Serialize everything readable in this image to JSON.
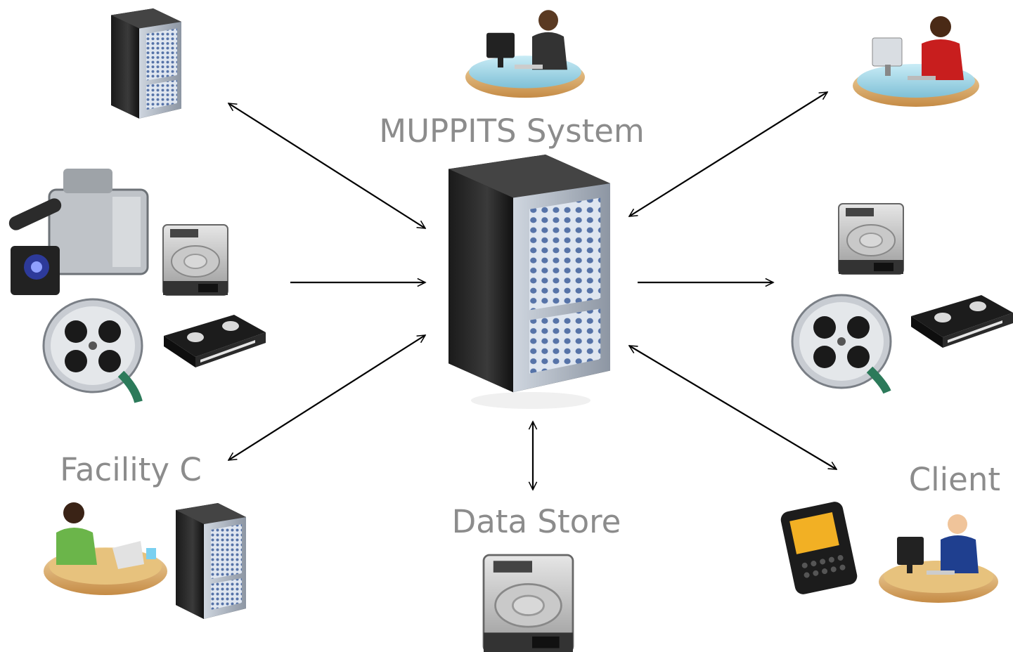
{
  "labels": {
    "central": "MUPPITS System",
    "facility": "Facility C",
    "client": "Client",
    "datastore": "Data Store"
  },
  "icons": {
    "central": "server-tower-icon",
    "top_left": "server-tower-icon",
    "top_center": "man-at-desk-icon",
    "top_right": "woman-at-desk-icon",
    "left_camera": "video-camera-icon",
    "left_drive": "hard-drive-icon",
    "left_reel": "film-reel-icon",
    "left_tape": "vhs-tape-icon",
    "right_drive": "hard-drive-icon",
    "right_reel": "film-reel-icon",
    "right_tape": "vhs-tape-icon",
    "facility_person": "headset-operator-icon",
    "facility_server": "server-tower-icon",
    "client_phone": "smartphone-icon",
    "client_person": "man-at-desk-icon",
    "datastore_drive": "hard-drive-icon"
  },
  "colors": {
    "label": "#8c8c8c",
    "arrow": "#000000"
  }
}
